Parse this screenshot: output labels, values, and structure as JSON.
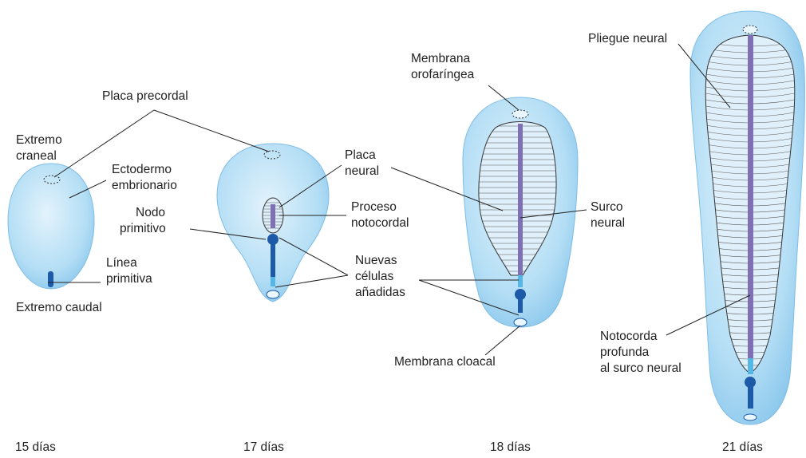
{
  "colors": {
    "embryo_light": "#d9eefb",
    "embryo_mid": "#a9d8f3",
    "embryo_edge": "#7fbde6",
    "plate_fill": "#dff0fb",
    "neural_groove": "#7f6fb5",
    "notochord_dark": "#1d5aa8",
    "notochord_light": "#56b7e6",
    "line_color": "#222222"
  },
  "labels": {
    "placa_precordal": "Placa precordal",
    "extremo_craneal_1": "Extremo",
    "extremo_craneal_2": "craneal",
    "ectodermo_1": "Ectodermo",
    "ectodermo_2": "embrionario",
    "nodo_1": "Nodo",
    "nodo_2": "primitivo",
    "linea_1": "Línea",
    "linea_2": "primitiva",
    "extremo_caudal": "Extremo caudal",
    "placa_neural_1": "Placa",
    "placa_neural_2": "neural",
    "proceso_1": "Proceso",
    "proceso_2": "notocordal",
    "nuevas_1": "Nuevas",
    "nuevas_2": "células",
    "nuevas_3": "añadidas",
    "membrana_oro_1": "Membrana",
    "membrana_oro_2": "orofaríngea",
    "surco_1": "Surco",
    "surco_2": "neural",
    "membrana_cloacal": "Membrana cloacal",
    "pliegue_neural": "Pliegue neural",
    "notocorda_1": "Notocorda",
    "notocorda_2": "profunda",
    "notocorda_3": "al surco neural"
  },
  "stages": [
    "15 días",
    "17 días",
    "18 días",
    "21 días"
  ]
}
